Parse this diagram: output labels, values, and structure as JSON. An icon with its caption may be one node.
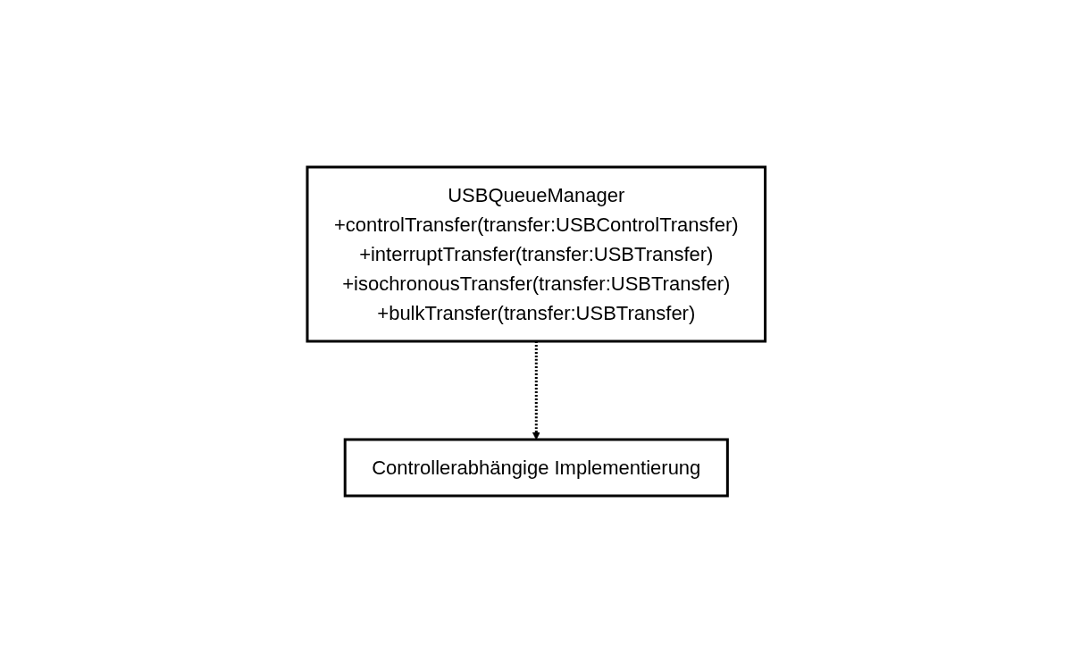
{
  "diagram": {
    "nodes": [
      {
        "text": [
          "USBQueueManager",
          "+controlTransfer(transfer:USBControlTransfer)",
          "+interruptTransfer(transfer:USBTransfer)",
          "+isochronousTransfer(transfer:USBTransfer)",
          "+bulkTransfer(transfer:USBTransfer)"
        ]
      },
      {
        "text": [
          "Controllerabhängige Implementierung"
        ]
      }
    ],
    "edges": [
      {
        "from": 0,
        "to": 1,
        "arrow": "to",
        "style": "dashed"
      }
    ]
  }
}
